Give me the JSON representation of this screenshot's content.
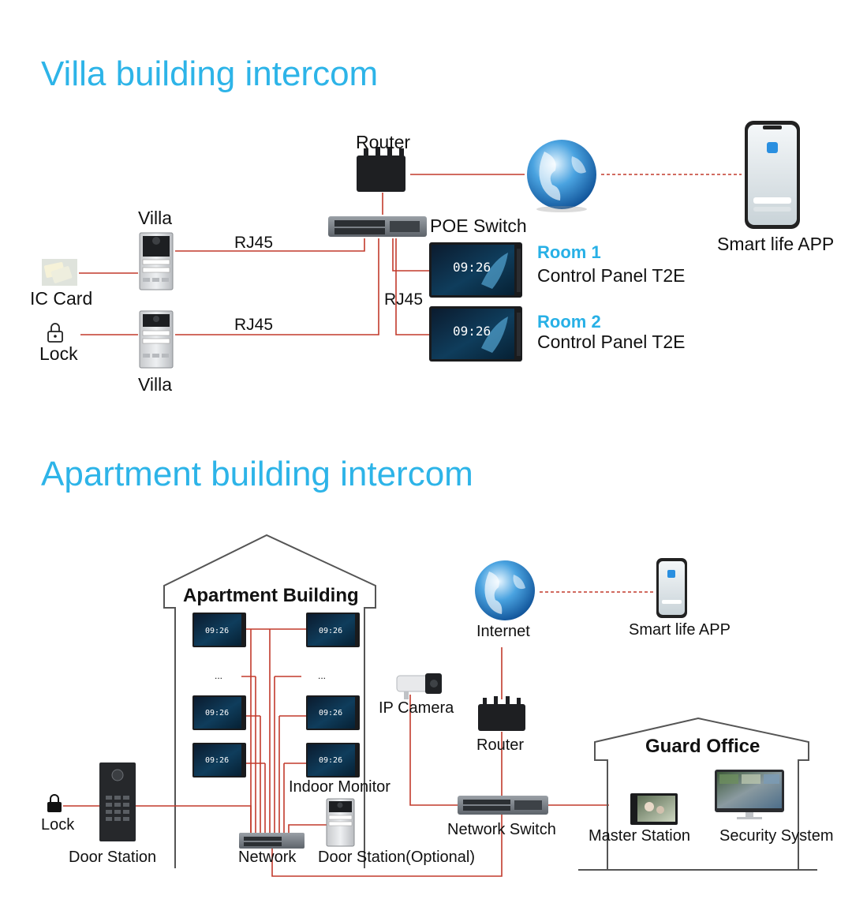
{
  "villa_section": {
    "title": "Villa building intercom",
    "router": "Router",
    "poe_switch": "POE Switch",
    "smart_life_app": "Smart life APP",
    "villa_top": "Villa",
    "villa_bottom": "Villa",
    "rj45_top": "RJ45",
    "rj45_middle": "RJ45",
    "rj45_bottom": "RJ45",
    "ic_card": "IC Card",
    "lock": "Lock",
    "room1_title": "Room 1",
    "room1_device": "Control Panel T2E",
    "room2_title": "Room 2",
    "room2_device": "Control Panel T2E",
    "panel_time": "09:26"
  },
  "apartment_section": {
    "title": "Apartment building intercom",
    "building_label": "Apartment Building",
    "monitor_time": "09:26",
    "ellipsis": "...",
    "indoor_monitor": "Indoor Monitor",
    "lock": "Lock",
    "door_station": "Door Station",
    "network": "Network",
    "door_station_optional": "Door Station(Optional)",
    "internet": "Internet",
    "smart_life_app": "Smart life APP",
    "ip_camera": "IP Camera",
    "router": "Router",
    "network_switch": "Network Switch",
    "guard_office": "Guard Office",
    "master_station": "Master Station",
    "security_system": "Security System"
  },
  "colors": {
    "heading": "#2db4e8",
    "room_title": "#27b0e6",
    "wire": "#c23a2c"
  }
}
